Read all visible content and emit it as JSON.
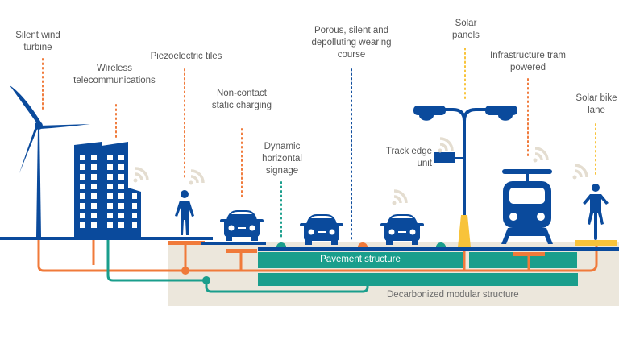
{
  "title": "Smart road infrastructure components",
  "colors": {
    "blue": "#0a4a9c",
    "orange": "#f07a3a",
    "teal": "#1a9e8c",
    "yellow": "#f8c33a",
    "beige": "#ece7dc",
    "wifi": "#e4ddd0",
    "label": "#555555"
  },
  "labels": {
    "wind_turbine": [
      "Silent wind",
      "turbine"
    ],
    "wireless": [
      "Wireless",
      "telecommunications"
    ],
    "piezo": [
      "Piezoelectric tiles"
    ],
    "static_charging": [
      "Non-contact",
      "static charging"
    ],
    "signage": [
      "Dynamic",
      "horizontal",
      "signage"
    ],
    "wearing_course": [
      "Porous, silent and",
      "depolluting wearing",
      "course"
    ],
    "solar_panels": [
      "Solar",
      "panels"
    ],
    "track_edge": [
      "Track edge",
      "unit"
    ],
    "tram": [
      "Infrastructure tram",
      "powered"
    ],
    "bike_lane": [
      "Solar bike",
      "lane"
    ]
  },
  "layers": {
    "pavement": "Pavement structure",
    "modular": "Decarbonized modular structure"
  }
}
